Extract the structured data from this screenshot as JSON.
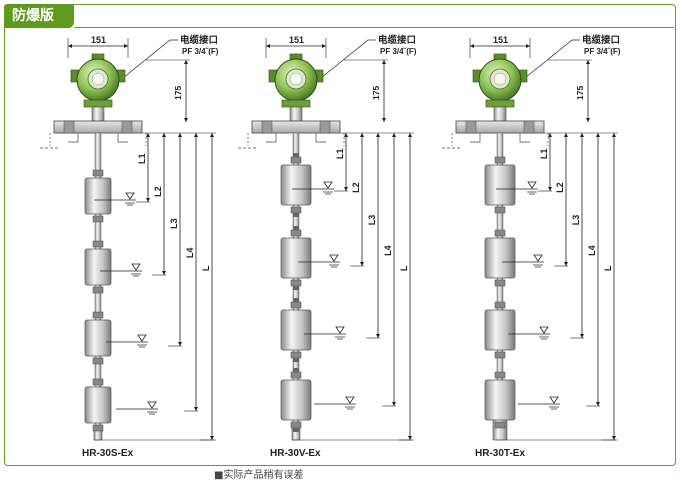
{
  "section_title": "防爆版",
  "footnote": "■实际产品稍有误差",
  "colors": {
    "accent": "#5e9a1e",
    "metal": "#c8c8c8",
    "head_green": "#7fb84a"
  },
  "models": [
    {
      "name": "HR-30S-Ex",
      "width_label": "151",
      "conn_label": "电缆接口",
      "conn_spec": "PF 3/4˝(F)",
      "height_label": "175",
      "dims": [
        "L1",
        "L2",
        "L3",
        "L4",
        "L"
      ],
      "floats": 4,
      "float_style": "plain"
    },
    {
      "name": "HR-30V-Ex",
      "width_label": "151",
      "conn_label": "电缆接口",
      "conn_spec": "PF 3/4˝(F)",
      "height_label": "175",
      "dims": [
        "L1",
        "L2",
        "L3",
        "L4",
        "L"
      ],
      "floats": 4,
      "float_style": "clip"
    },
    {
      "name": "HR-30T-Ex",
      "width_label": "151",
      "conn_label": "电缆接口",
      "conn_spec": "PF 3/4˝(F)",
      "height_label": "175",
      "dims": [
        "L1",
        "L2",
        "L3",
        "L4",
        "L"
      ],
      "floats": 4,
      "float_style": "tube"
    }
  ]
}
